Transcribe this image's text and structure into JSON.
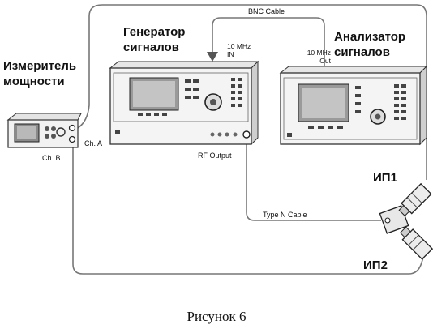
{
  "devices": {
    "power_meter": "Измеритель\nмощности",
    "generator": "Генератор\nсигналов",
    "analyzer": "Анализатор\nсигналов",
    "sensor1": "ИП1",
    "sensor2": "ИП2"
  },
  "ports": {
    "gen_ref_in": "10 MHz\nIN",
    "an_ref_out": "10 MHz\nOut",
    "rf_output": "RF Output",
    "ch_a": "Ch. A",
    "ch_b": "Ch. B"
  },
  "cables": {
    "bnc": "BNC Cable",
    "type_n": "Type N Cable"
  },
  "caption": "Рисунок 6"
}
